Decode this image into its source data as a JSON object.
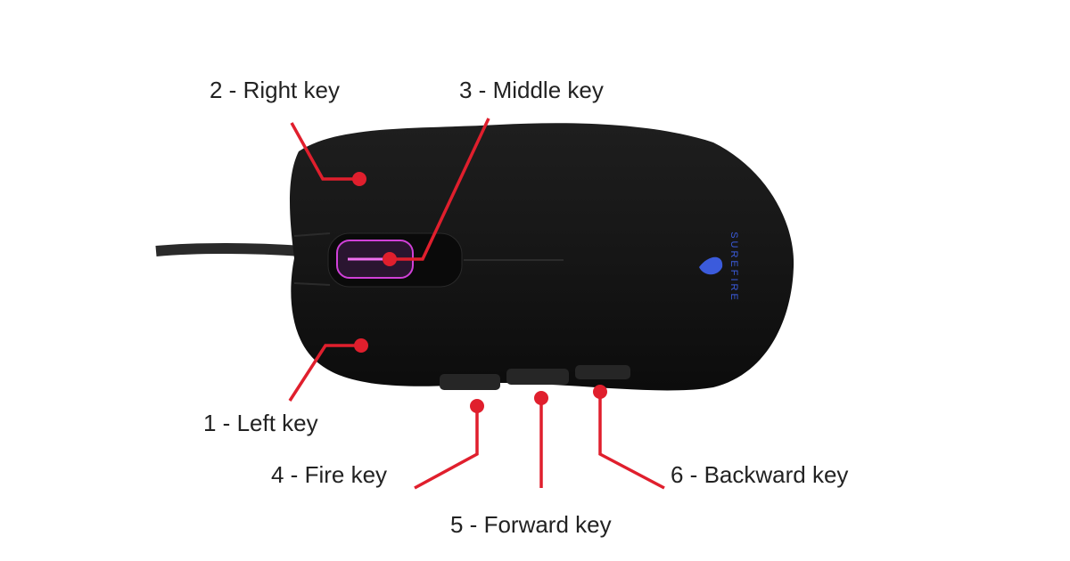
{
  "labels": {
    "right_key": "2 - Right key",
    "middle_key": "3 - Middle key",
    "left_key": "1 - Left key",
    "fire_key": "4 - Fire key",
    "forward_key": "5 - Forward key",
    "backward_key": "6 - Backward key"
  },
  "logo_text": "SUREFIRE",
  "colors": {
    "callout": "#e01f2d",
    "mouse": "#141414",
    "logo": "#3b5bdc",
    "wheel_glow": "#d040d8"
  }
}
